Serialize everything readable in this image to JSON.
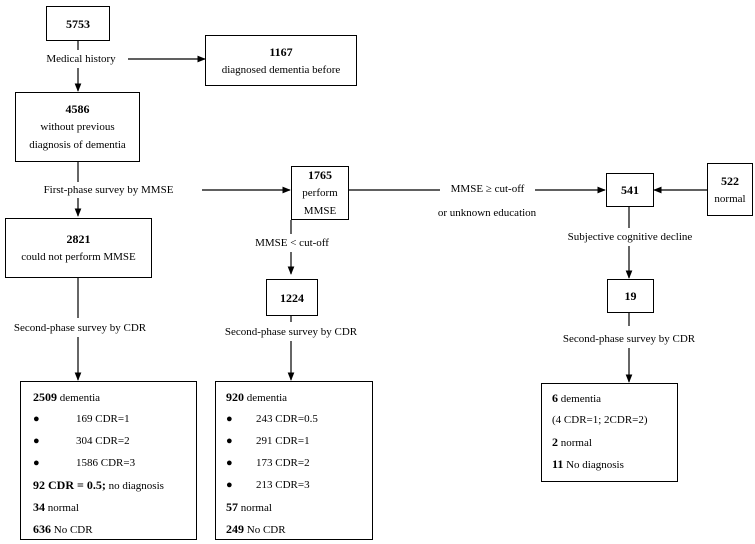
{
  "nodes": {
    "start": {
      "num": "5753",
      "text": ""
    },
    "prev_dementia": {
      "num": "1167",
      "text": "diagnosed dementia before"
    },
    "no_prev": {
      "num": "4586",
      "text_lines": [
        "without previous",
        "diagnosis of dementia"
      ]
    },
    "perform": {
      "num": "1765",
      "text": "perform MMSE"
    },
    "not_perform": {
      "num": "2821",
      "text": "could not perform MMSE"
    },
    "below_cutoff": {
      "num": "1224",
      "text": ""
    },
    "n541": {
      "num": "541",
      "text": ""
    },
    "n522": {
      "num": "522",
      "text": "normal"
    },
    "n19": {
      "num": "19",
      "text": ""
    }
  },
  "labels": {
    "medical_history": "Medical history",
    "first_phase": "First-phase survey by MMSE",
    "mmse_above": "MMSE ≥ cut-off",
    "unknown_edu": "or unknown education",
    "mmse_below": "MMSE < cut-off",
    "scd": "Subjective cognitive decline",
    "second_left": "Second-phase survey by CDR",
    "second_mid": "Second-phase survey by CDR",
    "second_right": "Second-phase survey by CDR"
  },
  "results": {
    "left": {
      "header_num": "2509",
      "header_text": "dementia",
      "bullet_glyph": "●",
      "bullets": [
        "169 CDR=1",
        "304 CDR=2",
        "1586 CDR=3"
      ],
      "note_bold": "92 CDR = 0.5;",
      "note_rest": "no diagnosis",
      "normal_num": "34",
      "normal_text": "normal",
      "nocdr_num": "636",
      "nocdr_text": "No CDR"
    },
    "middle": {
      "header_num": "920",
      "header_text": "dementia",
      "bullet_glyph": "●",
      "bullets": [
        "243 CDR=0.5",
        "291 CDR=1",
        "173 CDR=2",
        "213 CDR=3"
      ],
      "normal_num": "57",
      "normal_text": "normal",
      "nocdr_num": "249",
      "nocdr_text": "No CDR"
    },
    "right": {
      "header_num": "6",
      "header_text": "dementia",
      "detail": "(4 CDR=1; 2CDR=2)",
      "normal_num": "2",
      "normal_text": "normal",
      "nodiag_num": "11",
      "nodiag_text": "No diagnosis"
    }
  }
}
